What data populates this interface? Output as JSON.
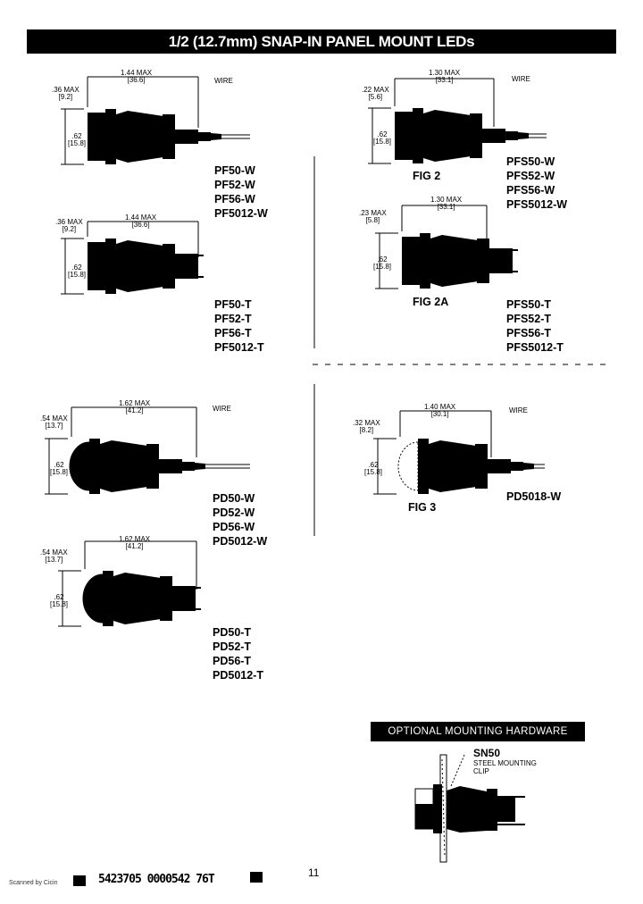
{
  "title": "1/2 (12.7mm) SNAP-IN PANEL MOUNT LEDs",
  "figures": {
    "pf_w": {
      "length": "1.44 MAX",
      "length_mm": "[36.6]",
      "offset": ".36 MAX",
      "offset_mm": "[9.2]",
      "dia": ".62",
      "dia_mm": "[15.8]",
      "wire": "WIRE",
      "parts": [
        "PF50-W",
        "PF52-W",
        "PF56-W",
        "PF5012-W"
      ]
    },
    "pf_t": {
      "length": "1.44 MAX",
      "length_mm": "[36.6]",
      "offset": ".36 MAX",
      "offset_mm": "[9.2]",
      "dia": ".62",
      "dia_mm": "[15.8]",
      "parts": [
        "PF50-T",
        "PF52-T",
        "PF56-T",
        "PF5012-T"
      ]
    },
    "fig2": {
      "label": "FIG 2",
      "length": "1.30 MAX",
      "length_mm": "[33.1]",
      "offset": ".22 MAX",
      "offset_mm": "[5.6]",
      "dia": ".62",
      "dia_mm": "[15.8]",
      "wire": "WIRE",
      "parts": [
        "PFS50-W",
        "PFS52-W",
        "PFS56-W",
        "PFS5012-W"
      ]
    },
    "fig2a": {
      "label": "FIG 2A",
      "length": "1.30 MAX",
      "length_mm": "[33.1]",
      "offset": ".23 MAX",
      "offset_mm": "[5.8]",
      "dia": ".62",
      "dia_mm": "[15.8]",
      "parts": [
        "PFS50-T",
        "PFS52-T",
        "PFS56-T",
        "PFS5012-T"
      ]
    },
    "pd_w": {
      "length": "1.62 MAX",
      "length_mm": "[41.2]",
      "offset": ".54 MAX",
      "offset_mm": "[13.7]",
      "dia": ".62",
      "dia_mm": "[15.8]",
      "wire": "WIRE",
      "parts": [
        "PD50-W",
        "PD52-W",
        "PD56-W",
        "PD5012-W"
      ]
    },
    "pd_t": {
      "length": "1.62 MAX",
      "length_mm": "[41.2]",
      "offset": ".54 MAX",
      "offset_mm": "[13.7]",
      "dia": ".62",
      "dia_mm": "[15.8]",
      "parts": [
        "PD50-T",
        "PD52-T",
        "PD56-T",
        "PD5012-T"
      ]
    },
    "fig3": {
      "label": "FIG 3",
      "length": "1.40 MAX",
      "length_mm": "[30.1]",
      "offset": ".32 MAX",
      "offset_mm": "[8.2]",
      "dia": ".62",
      "dia_mm": "[15.8]",
      "wire": "WIRE",
      "parts": [
        "PD5018-W"
      ]
    }
  },
  "hardware": {
    "title": "OPTIONAL MOUNTING HARDWARE",
    "part": "SN50",
    "desc1": "STEEL MOUNTING",
    "desc2": "CLIP"
  },
  "page_number": "11",
  "footer": {
    "scan_note": "Scanned by Cicin",
    "code": "5423705 0000542 76T"
  }
}
